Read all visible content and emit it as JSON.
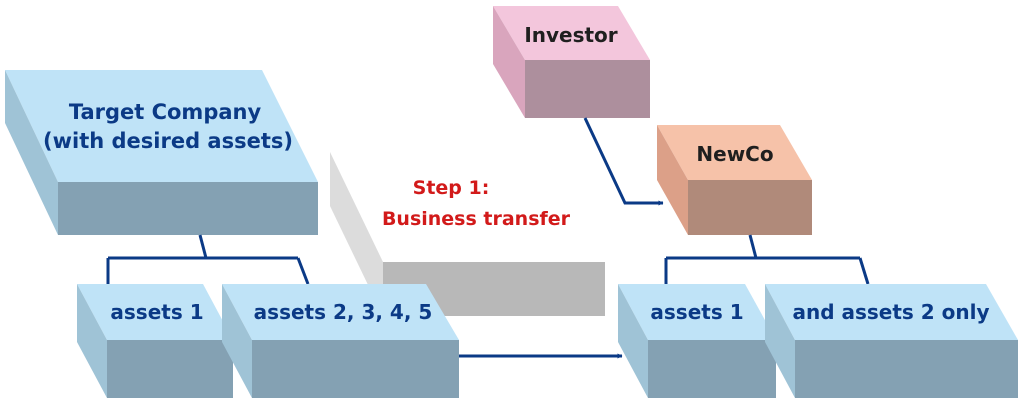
{
  "colors": {
    "blue_top": "#bfe3f7",
    "blue_side": "#9fc3d6",
    "blue_front": "#84a1b3",
    "investor_top": "#f3c6dc",
    "investor_side": "#d9a5bd",
    "investor_front": "#ad8f9d",
    "newco_top": "#f6c2a9",
    "newco_side": "#dca088",
    "newco_front": "#b08a7a",
    "connector": "#0b3a86",
    "step_text": "#d21a1a",
    "transfer_arrow": "#b8b8b8"
  },
  "boxes": {
    "target_company": {
      "line1": "Target Company",
      "line2": "(with desired assets)"
    },
    "investor": {
      "label": "Investor"
    },
    "newco": {
      "label": "NewCo"
    },
    "assets1_left": {
      "label": "assets 1"
    },
    "assets2345": {
      "label": "assets 2, 3, 4, 5"
    },
    "assets1_right": {
      "label": "assets 1"
    },
    "assets2_only": {
      "label": "and assets 2 only"
    }
  },
  "step": {
    "line1": "Step 1:",
    "line2": "Business transfer"
  }
}
